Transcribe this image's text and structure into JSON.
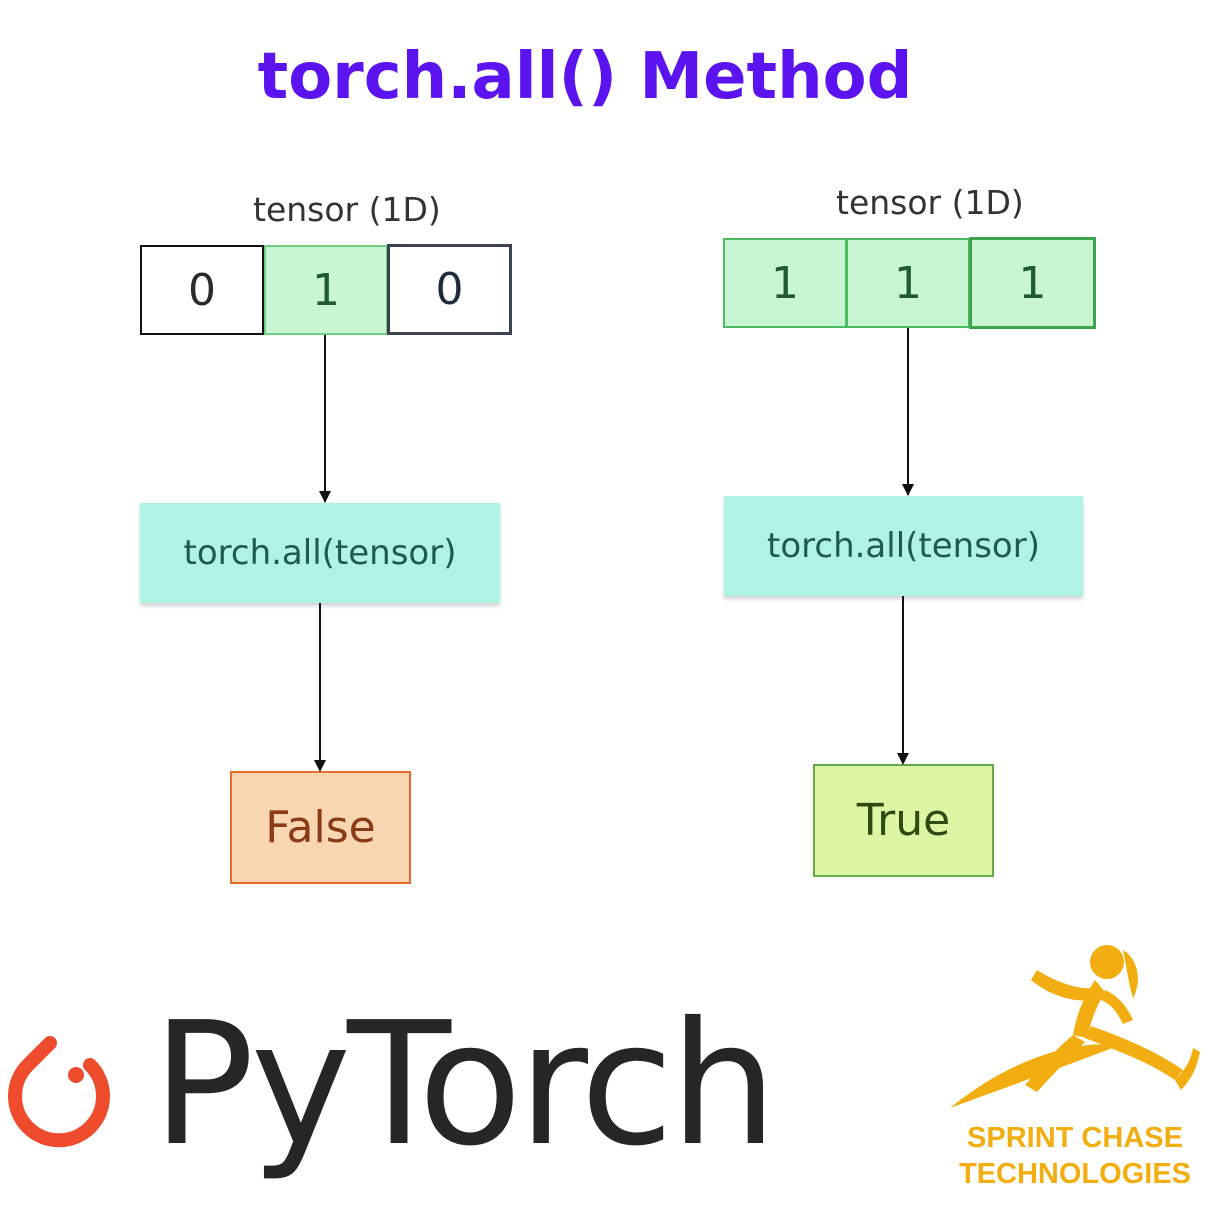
{
  "title": "torch.all() Method",
  "examples": [
    {
      "label": "tensor (1D)",
      "cells": [
        "0",
        "1",
        "0"
      ],
      "operation": "torch.all(tensor)",
      "result": "False"
    },
    {
      "label": "tensor (1D)",
      "cells": [
        "1",
        "1",
        "1"
      ],
      "operation": "torch.all(tensor)",
      "result": "True"
    }
  ],
  "logos": {
    "pytorch": "PyTorch",
    "sprint_chase_line1": "SPRINT CHASE",
    "sprint_chase_line2": "TECHNOLOGIES"
  },
  "colors": {
    "title": "#5b14f0",
    "green_cell": "#c8f5d4",
    "op_box": "#aef3e4",
    "false_box": "#f8d6b2",
    "true_box": "#dcf6a4",
    "pytorch_flame": "#ee4c2c",
    "sprint_chase": "#f2ae10"
  }
}
